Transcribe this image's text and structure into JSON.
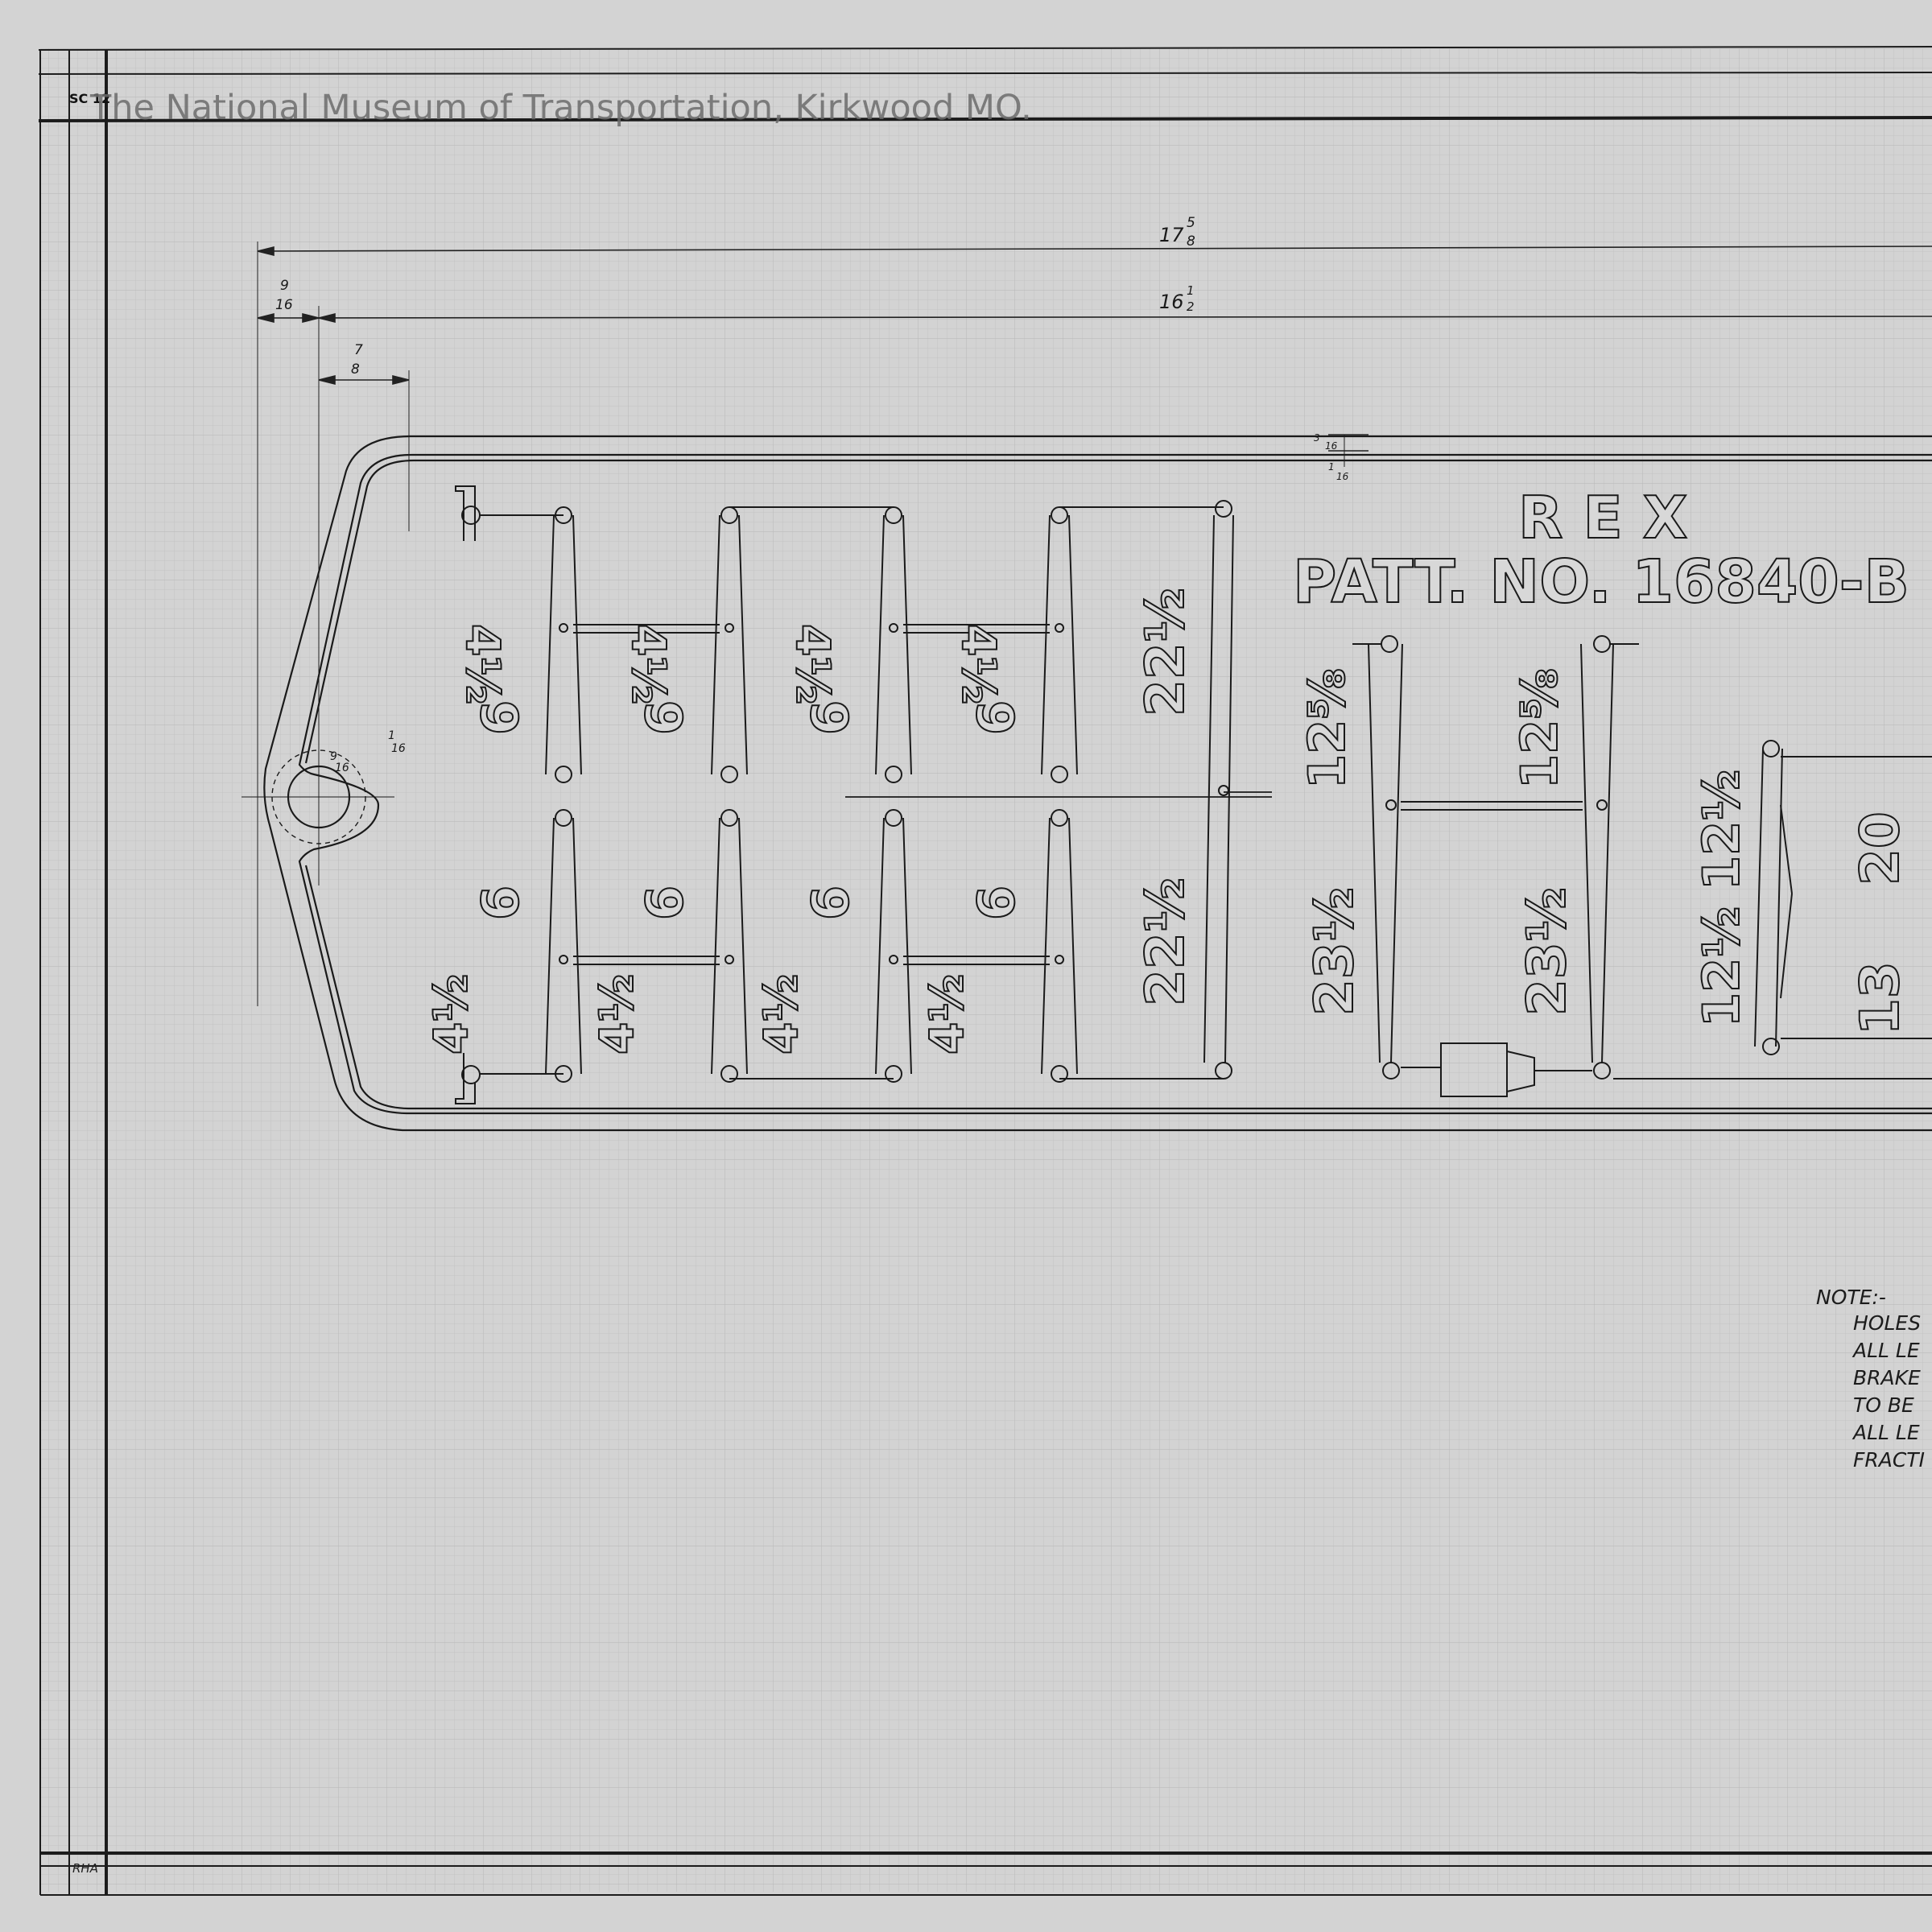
{
  "watermark": "The National Museum of Transportation, Kirkwood MO.",
  "sheet_code": "SC 12",
  "title_block": {
    "initials": [
      "RHA",
      "",
      ""
    ]
  },
  "dimensions": {
    "overall_width": "17",
    "overall_width_frac_num": "5",
    "overall_width_frac_den": "8",
    "inner_width": "16",
    "inner_width_frac_num": "1",
    "inner_width_frac_den": "2",
    "left_offset_num": "9",
    "left_offset_den": "16",
    "lug_offset_num": "7",
    "lug_offset_den": "8",
    "rim_top_num": "3",
    "rim_top_den": "16",
    "rim_inner_num": "1",
    "rim_inner_den": "16",
    "hole_num": "9",
    "hole_den": "16",
    "hole_rim_num": "1",
    "hole_rim_den": "16"
  },
  "plate": {
    "brand": "R E X",
    "pattern": "PATT. NO. 16840-B",
    "top_row_fractions": [
      "4½",
      "4½",
      "4½",
      "4½"
    ],
    "top_row_sizes": [
      "9",
      "9",
      "9",
      "9"
    ],
    "bottom_row_sizes": [
      "9",
      "9",
      "9",
      "9"
    ],
    "bottom_row_fractions": [
      "4½",
      "4½",
      "4½",
      "4½"
    ],
    "panel_top": "22½",
    "panel_bottom": "22½",
    "pair_top": [
      "12⅝",
      "12⅝"
    ],
    "pair_bottom": [
      "23½",
      "23½"
    ],
    "mid_top": "12½",
    "mid_bottom": "12½",
    "right_top": "20",
    "right_bottom": "13"
  },
  "note": {
    "heading": "NOTE:-",
    "lines": [
      "HOLES",
      "ALL LE",
      "BRAKE",
      "TO BE",
      "ALL LE",
      "FRACTI"
    ]
  }
}
